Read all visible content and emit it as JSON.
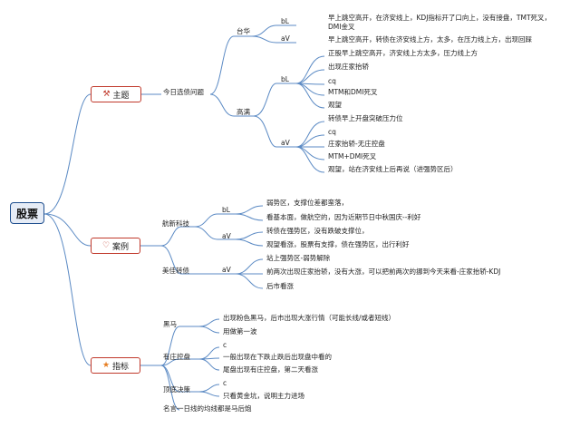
{
  "root": {
    "label": "股票"
  },
  "topics": {
    "theme": {
      "label": "主题",
      "icon": "pickaxe-icon"
    },
    "cases": {
      "label": "案例",
      "icon": "heart-icon"
    },
    "indicators": {
      "label": "指标",
      "icon": "star-icon"
    }
  },
  "theme": {
    "issue": "今日选债问题",
    "taihua": {
      "label": "台华",
      "bl_label": "bL",
      "bl_text": "早上跳空高开，在济安线上，KDJ指标开了口向上，没有接盘，TMT死叉，DMI金叉",
      "av_label": "aV",
      "av_text": "早上跳空高开，转债在济安线上方，太多，在压力线上方，出现回踩"
    },
    "gaoman": {
      "label": "高满",
      "bl_label": "bL",
      "bl_items": [
        "正股早上跳空高开，济安线上方太多，压力线上方",
        "出现庄家抬轿",
        "cq",
        "MTM和DMI死叉",
        "观望"
      ],
      "av_label": "aV",
      "av_items": [
        "转债早上开盘突破压力位",
        "cq",
        "庄家抬轿-无庄控盘",
        "MTM+DMI死叉",
        "观望，站在济安线上后再说（进强势区后）"
      ]
    }
  },
  "cases": {
    "hangxin": {
      "label": "航新科技",
      "bl_label": "bL",
      "bl_items": [
        "弱势区，支撑位差都蛮落，",
        "看基本面，做航空的，因为近期节日中秋国庆--利好"
      ],
      "av_label": "aV",
      "av_items": [
        "转债在强势区，没有跌破支撑位，",
        "观望看涨，股票有支撑，债在强势区，出行利好"
      ]
    },
    "meijia": {
      "label": "美佳转债",
      "av_label": "aV",
      "av_items": [
        "站上强势区-弱势解除",
        "前两次出现庄家抬轿，没有大涨，可以把前两次的挪到今天来看-庄家抬轿-KDJ",
        "后市看涨"
      ]
    }
  },
  "indicators": {
    "heima": {
      "label": "黑马",
      "items": [
        "出现粉色黑马，后市出现大涨行情（可能长线/或者短线）",
        "用做第一波"
      ]
    },
    "youzhuang": {
      "label": "有庄控盘",
      "items": [
        "c",
        "一般出现在下跌止跌后出现盘中看的",
        "尾盘出现有庄控盘，第二天看涨"
      ]
    },
    "dingdi": {
      "label": "顶底决策",
      "items": [
        "c",
        "只看黄金坑，说明主力进场"
      ]
    },
    "mingyan": {
      "label": "名言一日线的均线都是马后炮"
    }
  }
}
